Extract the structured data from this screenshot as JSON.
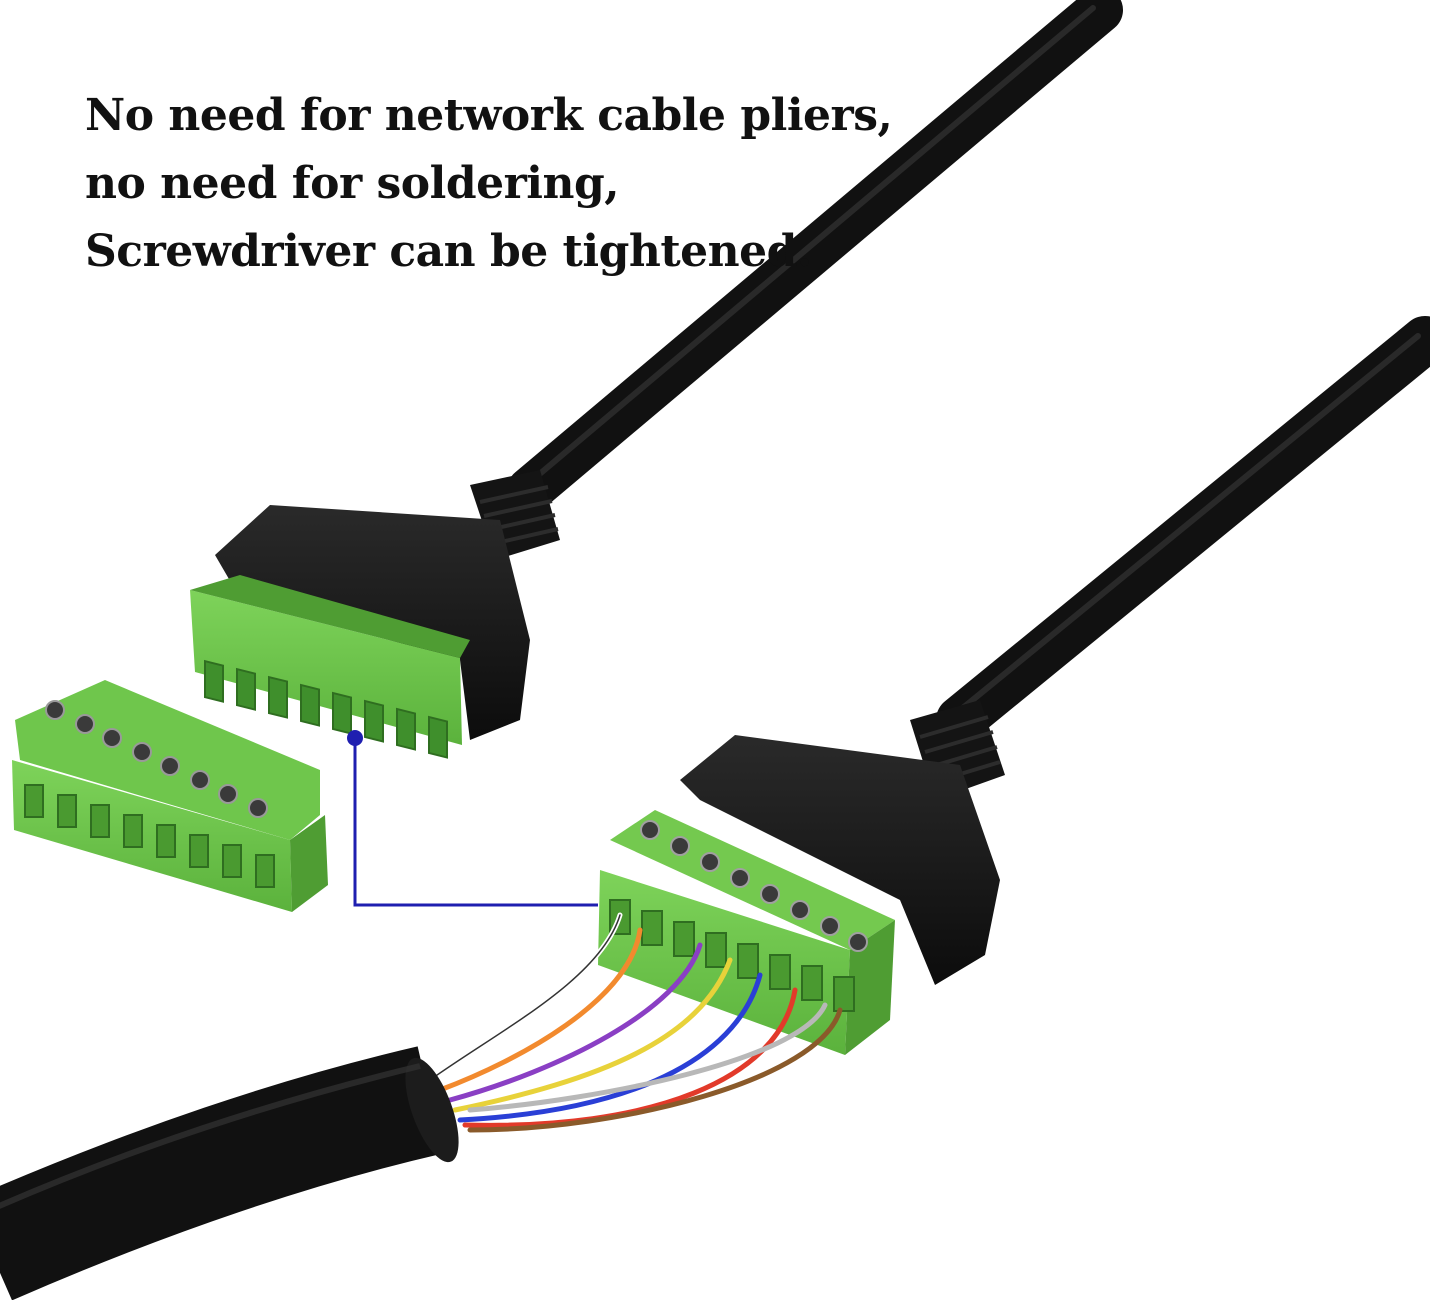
{
  "caption": {
    "lines": [
      "No need for network cable pliers,",
      "no need for soldering,",
      "Screwdriver can be tightened."
    ]
  },
  "colors": {
    "background": "#ffffff",
    "cable": "#111111",
    "terminal_green": "#6cc24a",
    "terminal_green_dark": "#3f8f2c",
    "pointer_line": "#1f1fb0",
    "wires": [
      "#ffffff",
      "#f28a2e",
      "#8a3fc4",
      "#e8d23a",
      "#2a3fd6",
      "#e23a2a",
      "#b8b8b8",
      "#8a5a2a"
    ]
  },
  "objects": {
    "cable_top": "black-cable-icon",
    "cable_right": "black-cable-icon",
    "connector_top": "terminal-block-female-icon",
    "plug_loose": "terminal-block-plug-icon",
    "connector_wired": "terminal-block-wired-icon"
  }
}
